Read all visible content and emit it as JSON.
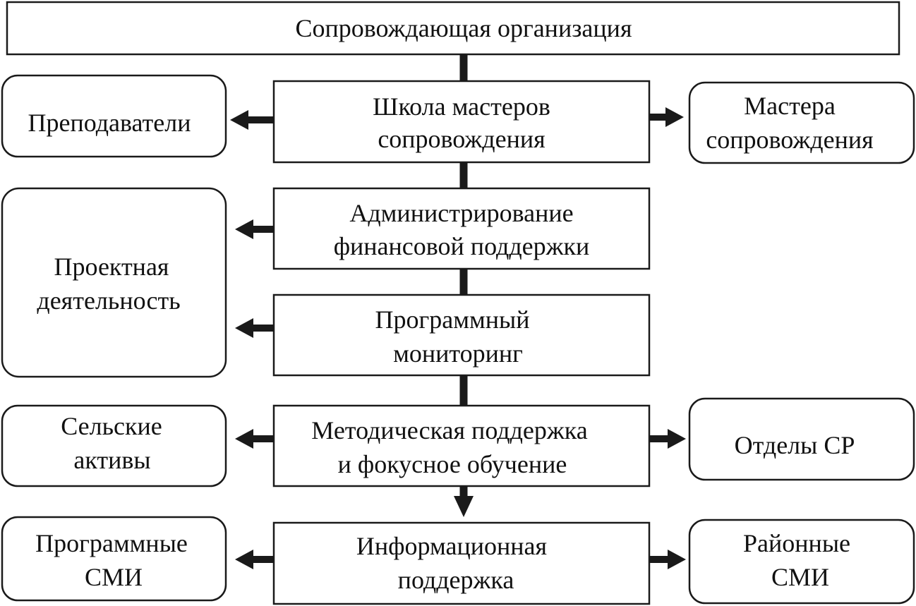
{
  "colors": {
    "stroke": "#1a1a1a",
    "fill": "#ffffff",
    "text": "#111111"
  },
  "title": "Сопровождающая организация",
  "center": [
    {
      "id": "school",
      "lines": [
        "Школа мастеров",
        "сопровождения"
      ]
    },
    {
      "id": "admin",
      "lines": [
        "Администрирование",
        "финансовой поддержки"
      ]
    },
    {
      "id": "monitoring",
      "lines": [
        "Программный",
        "мониторинг"
      ]
    },
    {
      "id": "methodic",
      "lines": [
        "Методическая поддержка",
        "и фокусное обучение"
      ]
    },
    {
      "id": "info",
      "lines": [
        "Информационная",
        "поддержка"
      ]
    }
  ],
  "left": [
    {
      "id": "teachers",
      "lines": [
        "Преподаватели"
      ]
    },
    {
      "id": "projects",
      "lines": [
        "Проектная",
        "деятельность"
      ]
    },
    {
      "id": "rural",
      "lines": [
        "Сельские",
        "активы"
      ]
    },
    {
      "id": "prog_media",
      "lines": [
        "Программные",
        "СМИ"
      ]
    }
  ],
  "right": [
    {
      "id": "masters",
      "lines": [
        "Мастера",
        "сопровождения"
      ]
    },
    {
      "id": "departments",
      "lines": [
        "Отделы СР"
      ]
    },
    {
      "id": "district_media",
      "lines": [
        "Районные",
        "СМИ"
      ]
    }
  ]
}
